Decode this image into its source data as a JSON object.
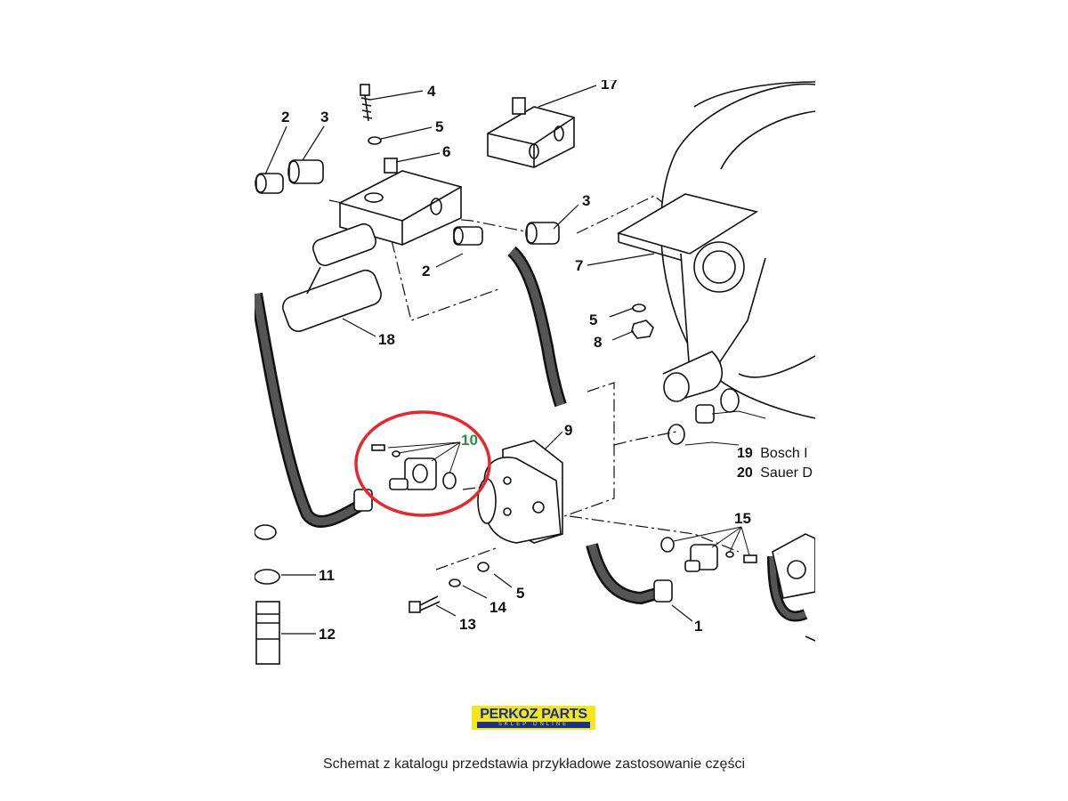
{
  "diagram": {
    "callouts": [
      "4",
      "17",
      "2",
      "3",
      "5",
      "6",
      "3",
      "7",
      "2",
      "18",
      "5",
      "8",
      "9",
      "10",
      "15",
      "11",
      "12",
      "14",
      "5",
      "13",
      "1"
    ],
    "legend": [
      {
        "num": "19",
        "text": "Bosch I"
      },
      {
        "num": "20",
        "text": "Sauer D"
      }
    ],
    "highlight_color": "#e4282c",
    "highlight_label_color": "#2e8a4a"
  },
  "logo": {
    "brand": "PERKOZ PARTS",
    "tagline": "SKLEP ONLINE",
    "bg_color": "#f3e61a",
    "brand_color": "#1c2f8a"
  },
  "caption": "Schemat z katalogu przedstawia przykładowe zastosowanie części"
}
